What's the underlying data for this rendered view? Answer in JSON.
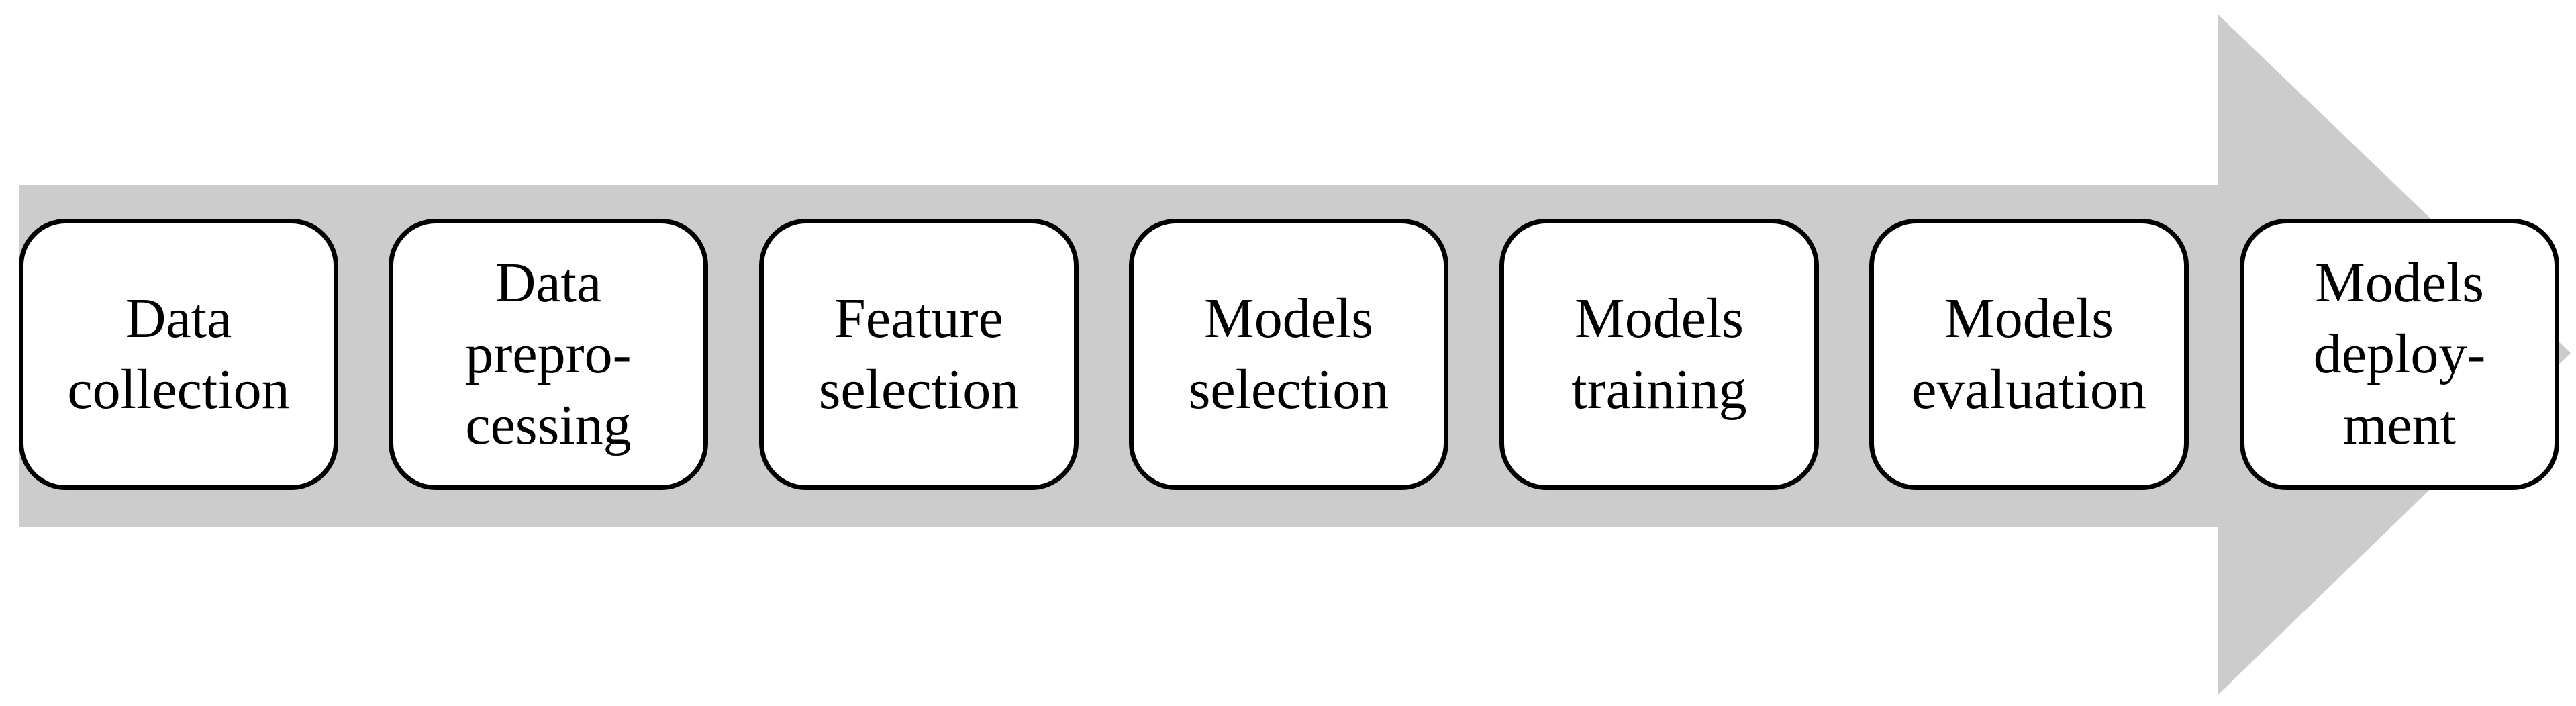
{
  "diagram": {
    "arrow_color": "#cccccc",
    "box_border_color": "#000000",
    "box_fill_color": "#ffffff",
    "steps": [
      {
        "label": "Data\ncollection"
      },
      {
        "label": "Data\nprepro-\ncessing"
      },
      {
        "label": "Feature\nselection"
      },
      {
        "label": "Models\nselection"
      },
      {
        "label": "Models\ntraining"
      },
      {
        "label": "Models\nevaluation"
      },
      {
        "label": "Models\ndeploy-\nment"
      }
    ]
  }
}
